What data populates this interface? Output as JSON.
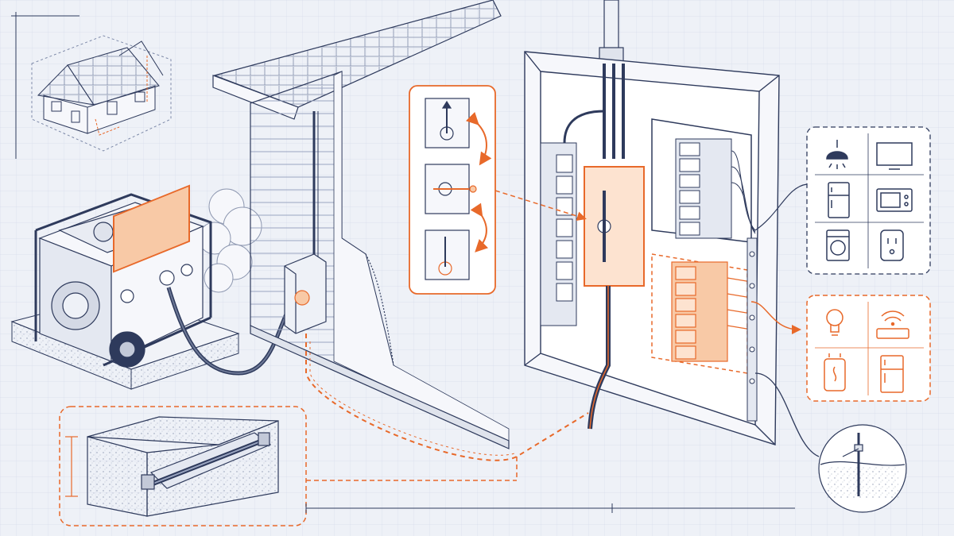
{
  "colors": {
    "background": "#eef1f7",
    "grid": "#d6dceb",
    "ink": "#2e3a5c",
    "accent": "#e8692a",
    "accent_fill": "#f8c9a6",
    "panel_fill": "#f6f7fb"
  },
  "panels": {
    "transfer_switch_detail": {
      "positions": [
        "switch-up-utility",
        "switch-off-center",
        "switch-down-generator"
      ]
    },
    "standard_loads": {
      "icons": [
        "ceiling-lamp-icon",
        "television-icon",
        "refrigerator-icon",
        "microwave-icon",
        "washing-machine-icon",
        "wall-outlet-icon"
      ]
    },
    "critical_loads": {
      "icons": [
        "light-bulb-icon",
        "wifi-router-icon",
        "water-heater-icon",
        "freezer-icon"
      ]
    }
  },
  "components": [
    "house-thumbnail",
    "portable-generator",
    "generator-cord",
    "inlet-box",
    "house-wall",
    "main-panel",
    "transfer-switch",
    "main-breakers",
    "generator-breakers",
    "conduit-cross-section",
    "ground-rod-detail"
  ]
}
